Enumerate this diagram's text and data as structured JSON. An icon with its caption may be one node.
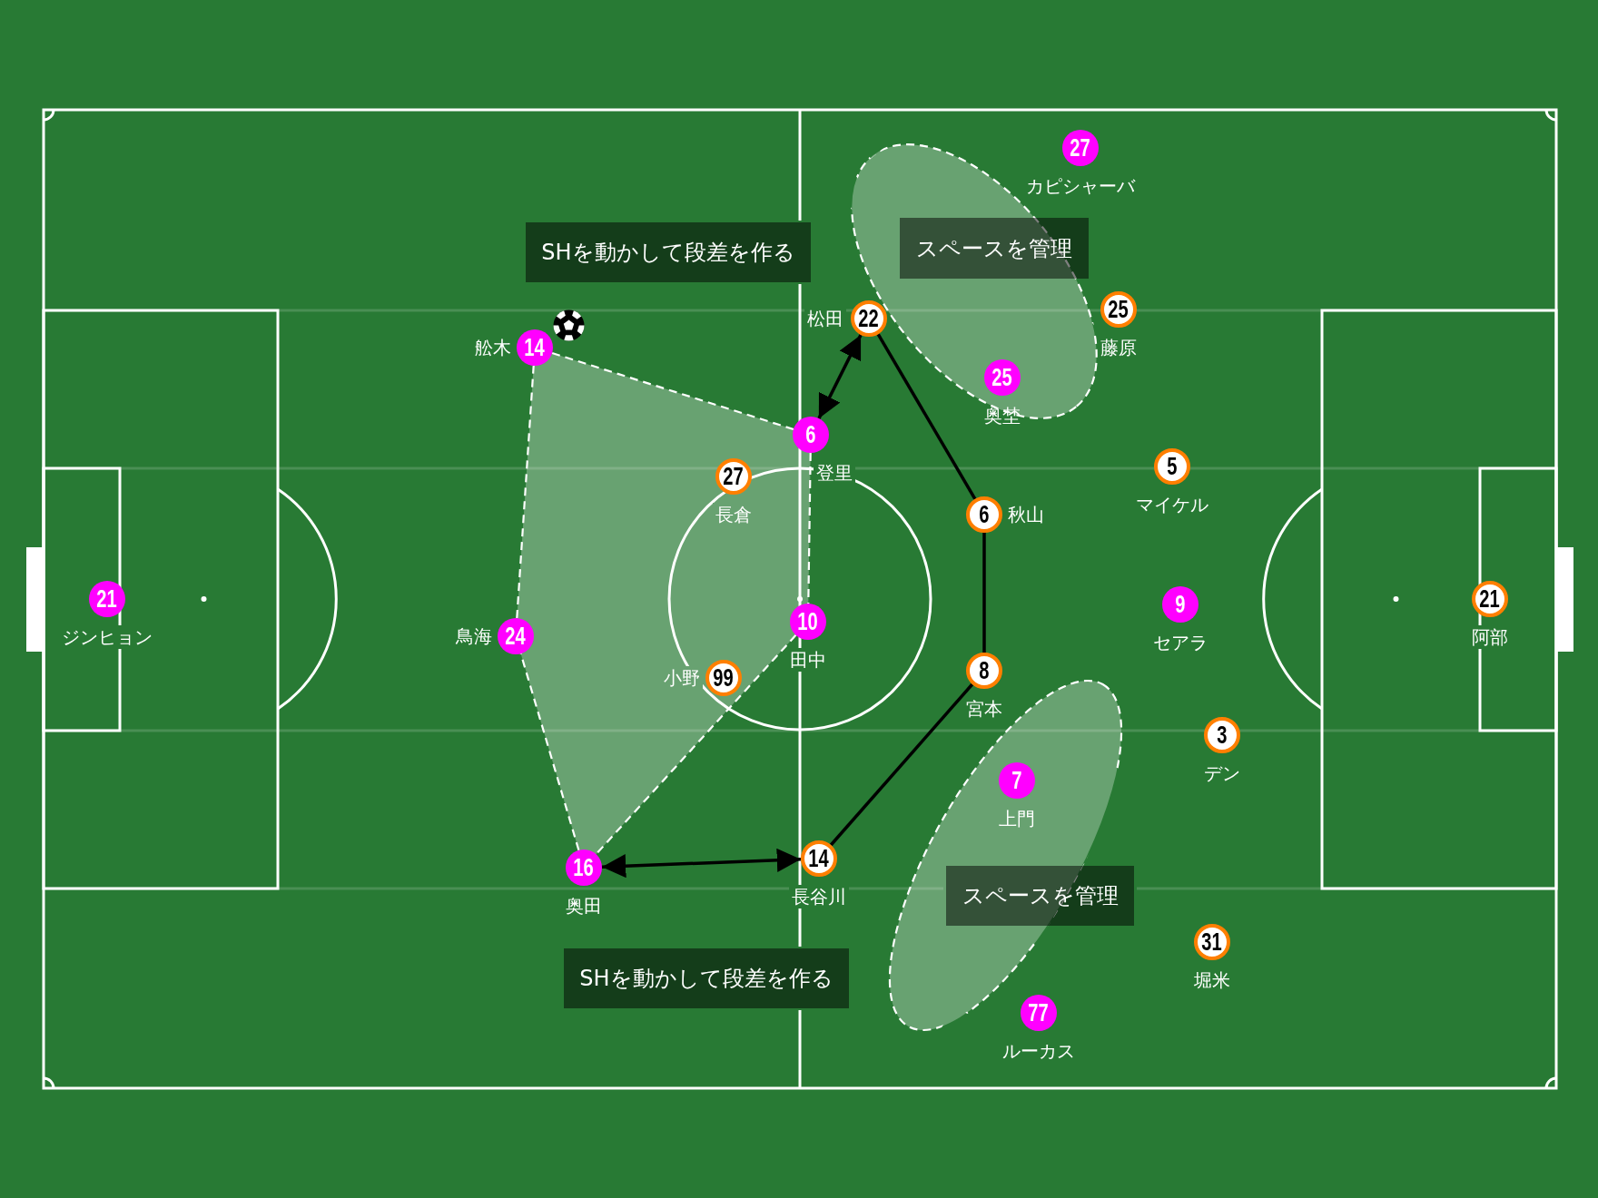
{
  "diagram": {
    "nodes": [
      {
        "text": [
          "27"
        ],
        "beside": [
          "カピシャーバ"
        ]
      },
      {
        "text": [
          "SHを動かして段差を作る"
        ]
      },
      {
        "text": [
          "スペースを管理"
        ]
      },
      {
        "text": [
          "25"
        ],
        "beside": [
          "藤原"
        ]
      },
      {
        "text": [
          "22"
        ],
        "beside": [
          "松田"
        ]
      },
      {
        "text": [
          "14"
        ],
        "beside": [
          "舩木"
        ]
      },
      {
        "text": [
          "25"
        ],
        "beside": [
          "奥埜"
        ]
      },
      {
        "text": [
          "6"
        ],
        "beside": [
          "登里"
        ]
      },
      {
        "text": [
          "5"
        ],
        "beside": [
          "マイケル"
        ]
      },
      {
        "text": [
          "27"
        ],
        "beside": [
          "長倉"
        ]
      },
      {
        "text": [
          "6"
        ],
        "beside": [
          "秋山"
        ]
      },
      {
        "text": [
          "21"
        ],
        "beside": [
          "ジンヒョン"
        ]
      },
      {
        "text": [
          "21"
        ],
        "beside": [
          "阿部"
        ]
      },
      {
        "text": [
          "9"
        ],
        "beside": [
          "セアラ"
        ]
      },
      {
        "text": [
          "10"
        ],
        "beside": [
          "田中"
        ]
      },
      {
        "text": [
          "24"
        ],
        "beside": [
          "鳥海"
        ]
      },
      {
        "text": [
          "8"
        ],
        "beside": [
          "宮本"
        ]
      },
      {
        "text": [
          "99"
        ],
        "beside": [
          "小野"
        ]
      },
      {
        "text": [
          "3"
        ],
        "beside": [
          "デン"
        ]
      },
      {
        "text": [
          "7"
        ],
        "beside": [
          "上門"
        ]
      },
      {
        "text": [
          "14"
        ],
        "beside": [
          "長谷川"
        ]
      },
      {
        "text": [
          "16"
        ],
        "beside": [
          "奥田"
        ]
      },
      {
        "text": [
          "スペースを管理"
        ]
      },
      {
        "text": [
          "31"
        ],
        "beside": [
          "堀米"
        ]
      },
      {
        "text": [
          "SHを動かして段差を作る"
        ]
      },
      {
        "text": [
          "77"
        ],
        "beside": [
          "ルーカス"
        ]
      }
    ],
    "edges": [
      {
        "from": 7,
        "to": 4,
        "arrow": "both"
      },
      {
        "from": 21,
        "to": 20,
        "arrow": "both"
      },
      {
        "from": 4,
        "to": 10,
        "arrow": "none"
      },
      {
        "from": 10,
        "to": 16,
        "arrow": "none"
      },
      {
        "from": 16,
        "to": 20,
        "arrow": "none"
      },
      {
        "from": 5,
        "to": 7,
        "arrow": "none",
        "style": "dashed",
        "color": "#ffffff"
      },
      {
        "from": 7,
        "to": 14,
        "arrow": "none",
        "style": "dashed",
        "color": "#ffffff"
      },
      {
        "from": 14,
        "to": 21,
        "arrow": "none",
        "style": "dashed",
        "color": "#ffffff"
      },
      {
        "from": 21,
        "to": 15,
        "arrow": "none",
        "style": "dashed",
        "color": "#ffffff"
      },
      {
        "from": 15,
        "to": 5,
        "arrow": "none",
        "style": "dashed",
        "color": "#ffffff"
      }
    ]
  }
}
